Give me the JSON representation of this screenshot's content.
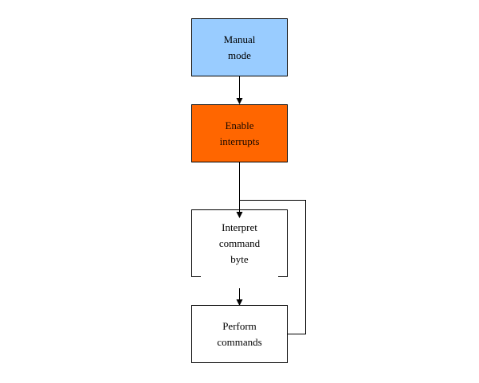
{
  "colors": {
    "manual_fill": "#99CCFF",
    "enable_fill": "#FF6600",
    "default_fill": "#FFFFFF",
    "line": "#000000"
  },
  "nodes": {
    "manual_mode": {
      "lines": [
        "Manual",
        "mode"
      ]
    },
    "enable_interrupts": {
      "lines": [
        "Enable",
        "interrupts"
      ]
    },
    "interpret_command_byte": {
      "lines": [
        "Interpret",
        "command",
        "byte"
      ]
    },
    "perform_commands": {
      "lines": [
        "Perform",
        "commands"
      ]
    }
  }
}
